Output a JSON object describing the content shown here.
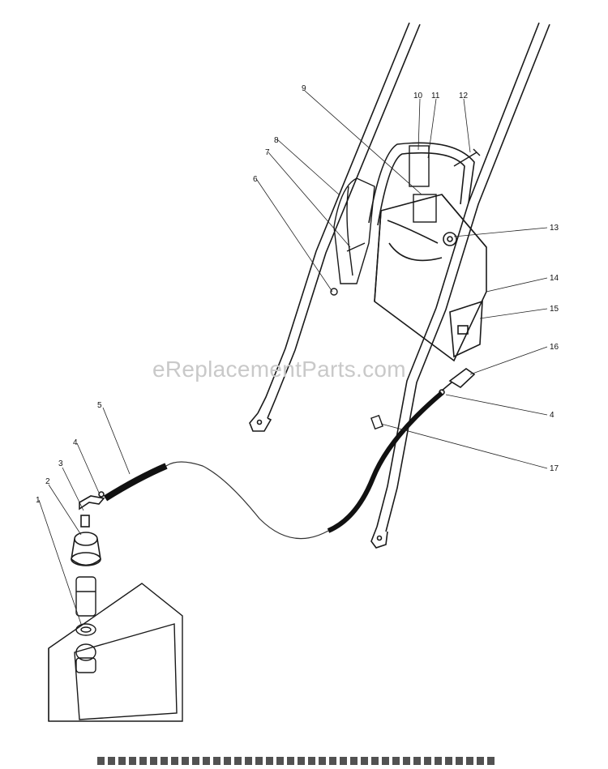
{
  "diagram": {
    "watermark": "eReplacementParts.com",
    "callouts": [
      "1",
      "2",
      "3",
      "4",
      "5",
      "6",
      "7",
      "8",
      "9",
      "10",
      "11",
      "12",
      "13",
      "14",
      "15",
      "16",
      "4",
      "17"
    ]
  }
}
